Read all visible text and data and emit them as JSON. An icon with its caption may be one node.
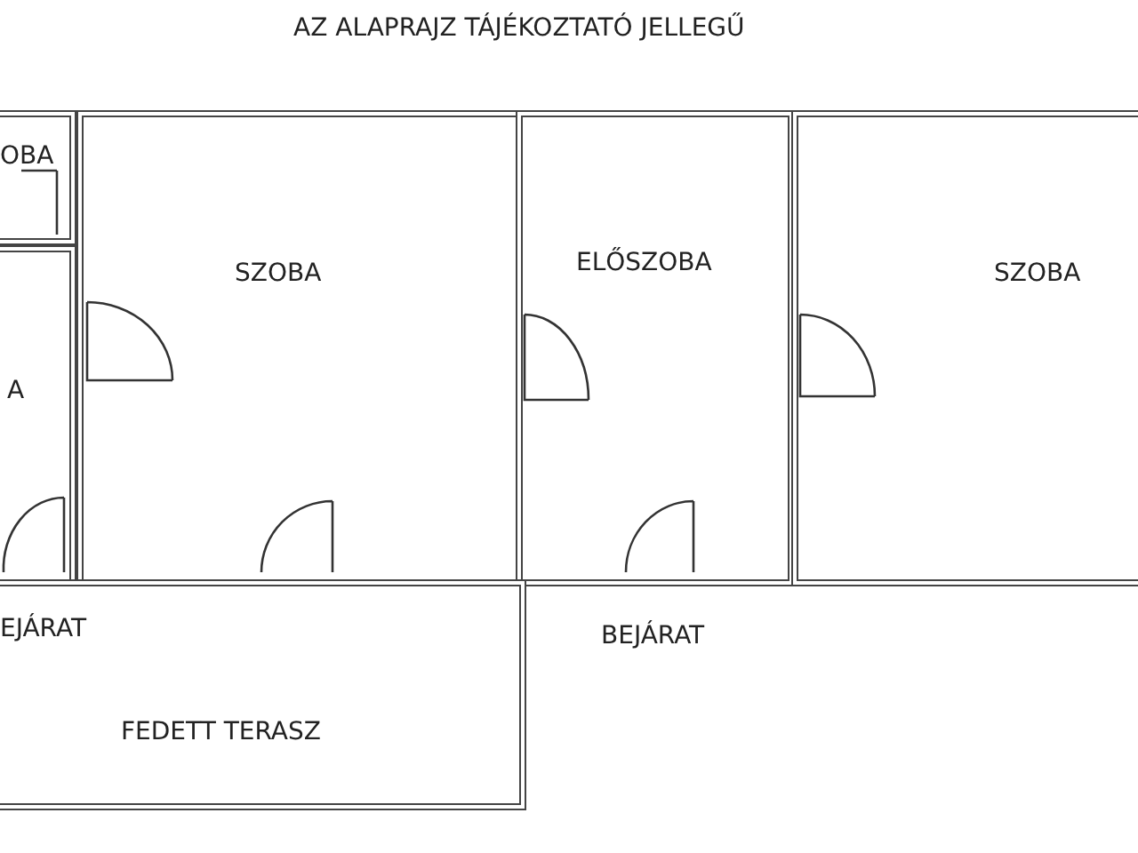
{
  "diagram": {
    "title": "AZ ALAPRAJZ TÁJÉKOZTATÓ JELLEGŰ",
    "nodes": [
      {
        "text": [
          "OBA"
        ]
      },
      {
        "text": [
          "A"
        ]
      },
      {
        "text": [
          "SZOBA"
        ]
      },
      {
        "text": [
          "ELŐSZOBA"
        ]
      },
      {
        "text": [
          "SZOBA"
        ]
      },
      {
        "text": [
          "FEDETT TERASZ"
        ]
      }
    ],
    "labels": [
      "EJÁRAT",
      "BEJÁRAT"
    ]
  }
}
